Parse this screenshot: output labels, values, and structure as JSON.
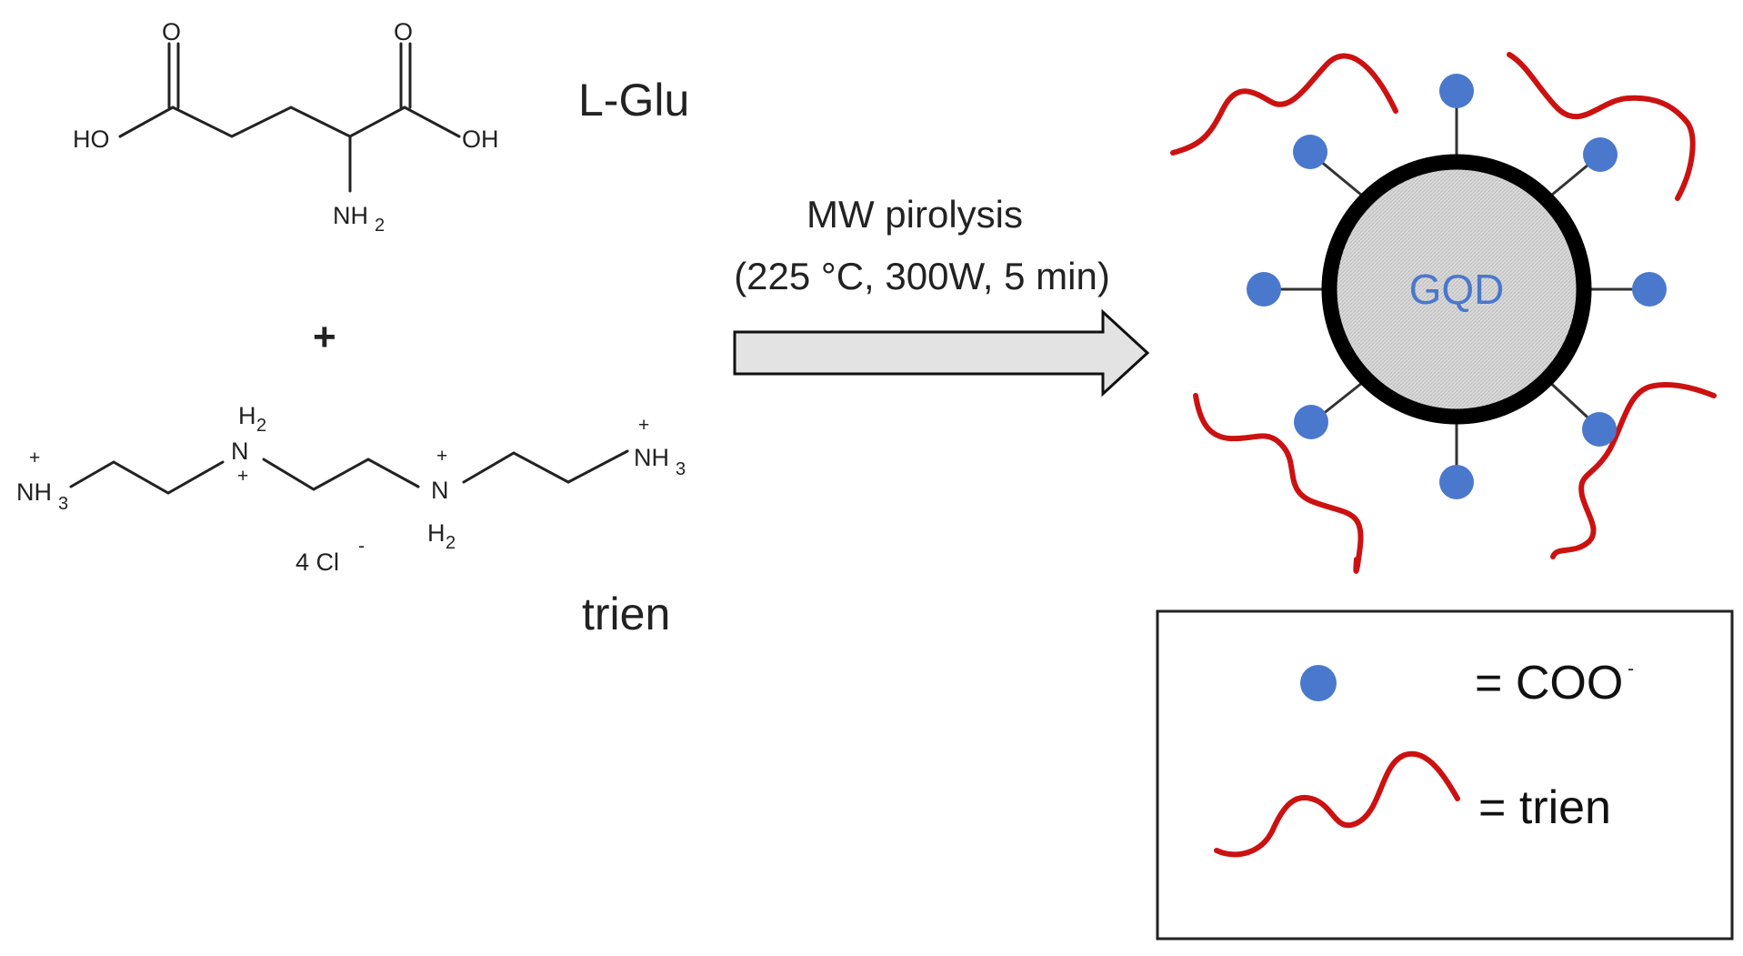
{
  "reactants": {
    "glu": {
      "name": "L-Glu",
      "atoms": {
        "o_left": "O",
        "o_right": "O",
        "ho": "HO",
        "oh": "OH",
        "nh2": "NH",
        "nh2_sub": "2"
      }
    },
    "plus_sign": "+",
    "trien": {
      "name": "trien",
      "atoms": {
        "nh3_left": "NH",
        "nh3_left_sub": "3",
        "nh3_left_charge": "+",
        "h2_top": "H",
        "h2_top_sub": "2",
        "n_mid1": "N",
        "n_mid1_charge": "+",
        "n_mid2_charge": "+",
        "n_mid2": "N",
        "h2_bottom": "H",
        "h2_bottom_sub": "2",
        "nh3_right_charge": "+",
        "nh3_right": "NH",
        "nh3_right_sub": "3"
      },
      "counterion": "4 Cl",
      "counterion_charge": "-"
    }
  },
  "arrow": {
    "line1": "MW pirolysis",
    "line2": "(225 °C, 300W, 5 min)"
  },
  "product": {
    "core_label": "GQD",
    "colors": {
      "dot": "#4a78cc",
      "trien": "#cc1111",
      "core": "#d6d6d6",
      "ring": "#000000"
    }
  },
  "legend": {
    "coo_label": "= COO",
    "coo_charge": "-",
    "trien_label": "= trien"
  }
}
